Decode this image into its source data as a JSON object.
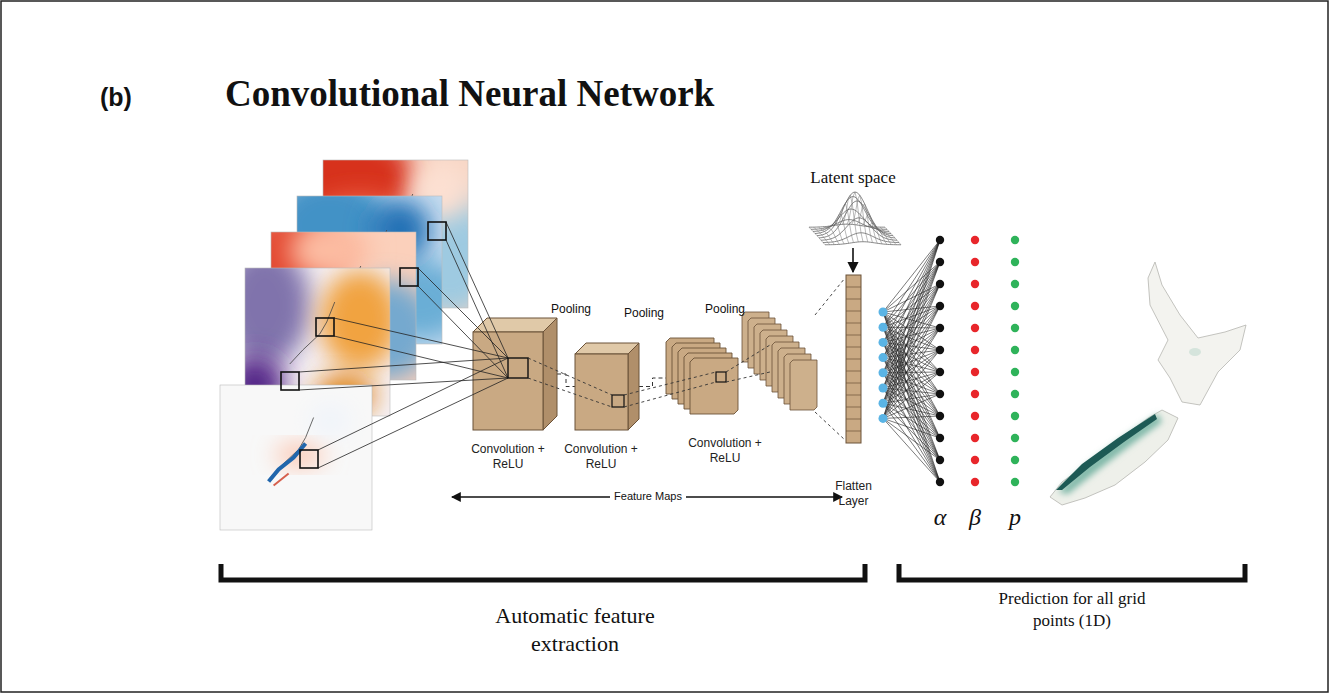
{
  "diagram": {
    "title": "Convolutional Neural Network",
    "nodes": [
      {
        "text": [
          "Convolution + ReLU"
        ]
      },
      {
        "text": [
          "Convolution + ReLU"
        ]
      },
      {
        "text": [
          "Convolution + ReLU"
        ]
      },
      {
        "text": [
          "Flatten Layer"
        ]
      }
    ],
    "edges": [
      {
        "from": 0,
        "to": 1,
        "arrow": "none"
      },
      {
        "from": 1,
        "to": 2,
        "arrow": "none"
      }
    ],
    "labels": [
      "(b)",
      "Latent space",
      "Pooling",
      "Pooling",
      "Pooling",
      "Feature Maps",
      "α",
      "β",
      "p",
      "Automatic feature extraction",
      "Prediction for all grid points (1D)"
    ]
  }
}
